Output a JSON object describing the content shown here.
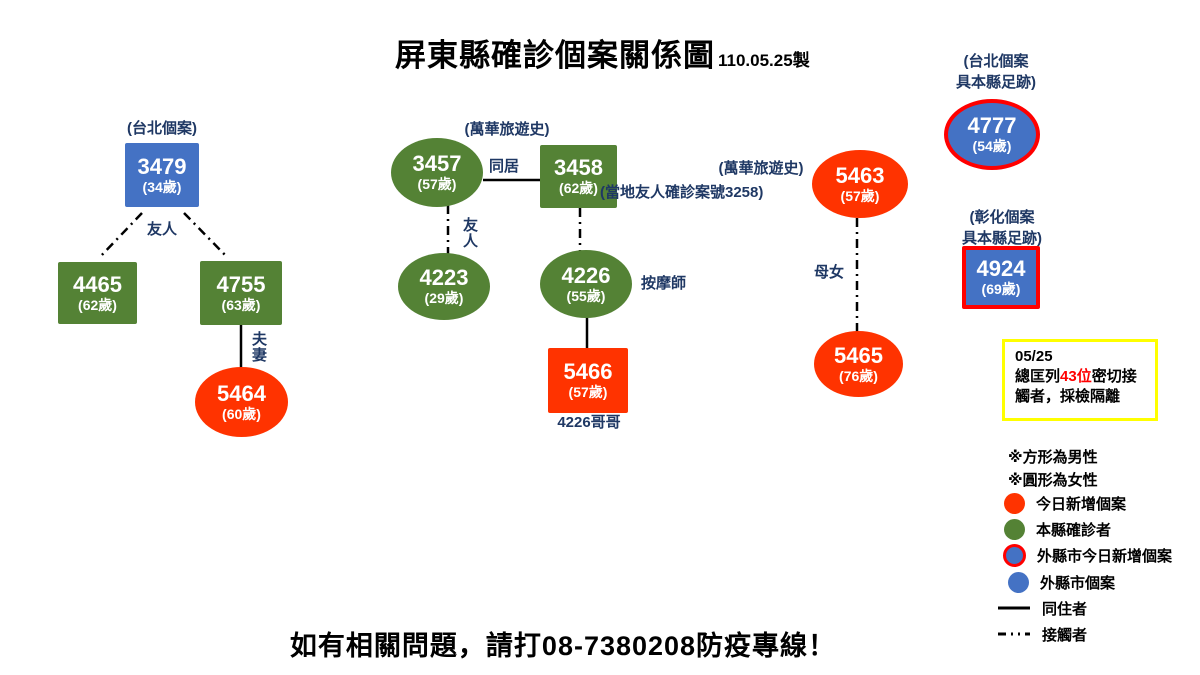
{
  "title": {
    "main": "屏東縣確診個案關係圖",
    "date": "110.05.25製"
  },
  "nodes": {
    "n3479": {
      "id": "3479",
      "age": "(34歲)"
    },
    "n4465": {
      "id": "4465",
      "age": "(62歲)"
    },
    "n4755": {
      "id": "4755",
      "age": "(63歲)"
    },
    "n5464": {
      "id": "5464",
      "age": "(60歲)"
    },
    "n3457": {
      "id": "3457",
      "age": "(57歲)"
    },
    "n3458": {
      "id": "3458",
      "age": "(62歲)"
    },
    "n4223": {
      "id": "4223",
      "age": "(29歲)"
    },
    "n4226": {
      "id": "4226",
      "age": "(55歲)"
    },
    "n5466": {
      "id": "5466",
      "age": "(57歲)"
    },
    "n5463": {
      "id": "5463",
      "age": "(57歲)"
    },
    "n5465": {
      "id": "5465",
      "age": "(76歲)"
    },
    "n4777": {
      "id": "4777",
      "age": "(54歲)"
    },
    "n4924": {
      "id": "4924",
      "age": "(69歲)"
    }
  },
  "annotations": {
    "taipei_case": "(台北個案)",
    "wanhua_travel_mid": "(萬華旅遊史)",
    "wanhua_travel_right": "(萬華旅遊史)",
    "local_friend_case": "(當地友人確診案號3258)",
    "masseur": "按摩師",
    "brother_of_4226": "4226哥哥",
    "taipei_footprint_line1": "(台北個案",
    "taipei_footprint_line2": "具本縣足跡)",
    "changhua_footprint_line1": "(彰化個案",
    "changhua_footprint_line2": "具本縣足跡)"
  },
  "edge_labels": {
    "friend_left": "友人",
    "couple": "夫妻",
    "cohabit": "同居",
    "friend_mid": "友人",
    "mother_daughter": "母女"
  },
  "notice": {
    "date": "05/25",
    "line2_pre": "總匡列",
    "line2_highlight": "43位",
    "line2_post": "密切接",
    "line3": "觸者，採檢隔離"
  },
  "legend": {
    "note_square": "※方形為男性",
    "note_circle": "※圓形為女性",
    "items": [
      {
        "label": "今日新增個案",
        "symbol": "red-circle"
      },
      {
        "label": "本縣確診者",
        "symbol": "green-circle"
      },
      {
        "label": "外縣市今日新增個案",
        "symbol": "blue-circle-red-border"
      },
      {
        "label": "外縣市個案",
        "symbol": "blue-circle"
      },
      {
        "label": "同住者",
        "symbol": "solid-line"
      },
      {
        "label": "接觸者",
        "symbol": "dash-dot-line"
      }
    ]
  },
  "hotline": "如有相關問題，請打08-7380208防疫專線！",
  "colors": {
    "new_today": "#FF3300",
    "county_confirmed": "#548235",
    "outside_city_fill": "#4472C4",
    "outside_new_border": "#FF0000",
    "annotation_navy": "#1F3864",
    "notice_border": "#FFFF00",
    "highlight_red": "#FF0000"
  }
}
